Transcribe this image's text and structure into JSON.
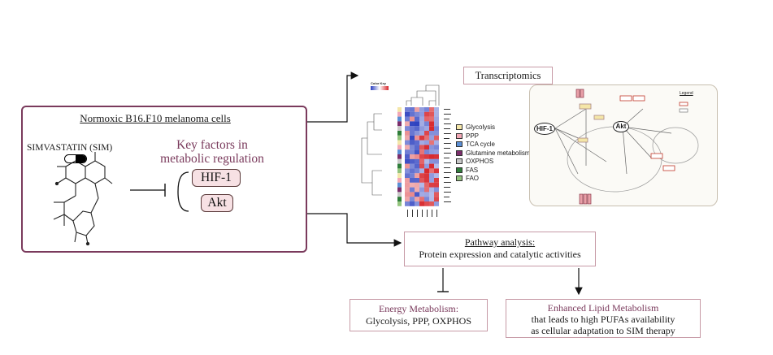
{
  "main_box": {
    "title": "Normoxic B16.F10 melanoma cells",
    "drug_name": "SIMVASTATIN (SIM)",
    "key_factors_title": "Key factors in metabolic regulation",
    "factors": [
      "HIF-1",
      "Akt"
    ]
  },
  "transcriptomics": {
    "title": "Transcriptomics",
    "heatmap_color_key": "Color Key",
    "legend": [
      {
        "label": "Glycolysis",
        "color": "#f4e6a8"
      },
      {
        "label": "PPP",
        "color": "#f2a7b5"
      },
      {
        "label": "TCA cycle",
        "color": "#5b8fd6"
      },
      {
        "label": "Glutamine metabolism",
        "color": "#7b2d6b"
      },
      {
        "label": "OXPHOS",
        "color": "#c8c8c8"
      },
      {
        "label": "FAS",
        "color": "#2f7d3a"
      },
      {
        "label": "FAO",
        "color": "#93c47d"
      }
    ],
    "network": {
      "legend_title": "Legend",
      "nodes": [
        "HIF-1",
        "Akt"
      ]
    }
  },
  "pathway": {
    "title": "Pathway analysis:",
    "subtitle": "Protein expression and catalytic activities"
  },
  "outcomes": {
    "energy": {
      "title": "Energy Metabolism:",
      "detail": "Glycolysis, PPP, OXPHOS"
    },
    "lipid": {
      "title": "Enhanced Lipid Metabolism",
      "line1": "that leads to high PUFAs availability",
      "line2": "as cellular adaptation to SIM therapy"
    }
  },
  "colors": {
    "accent": "#7a3a5c",
    "factor_fill": "#f7e1e4",
    "box_border": "#c79aa6",
    "heat_low": "#2b3fbf",
    "heat_high": "#d7262b"
  }
}
